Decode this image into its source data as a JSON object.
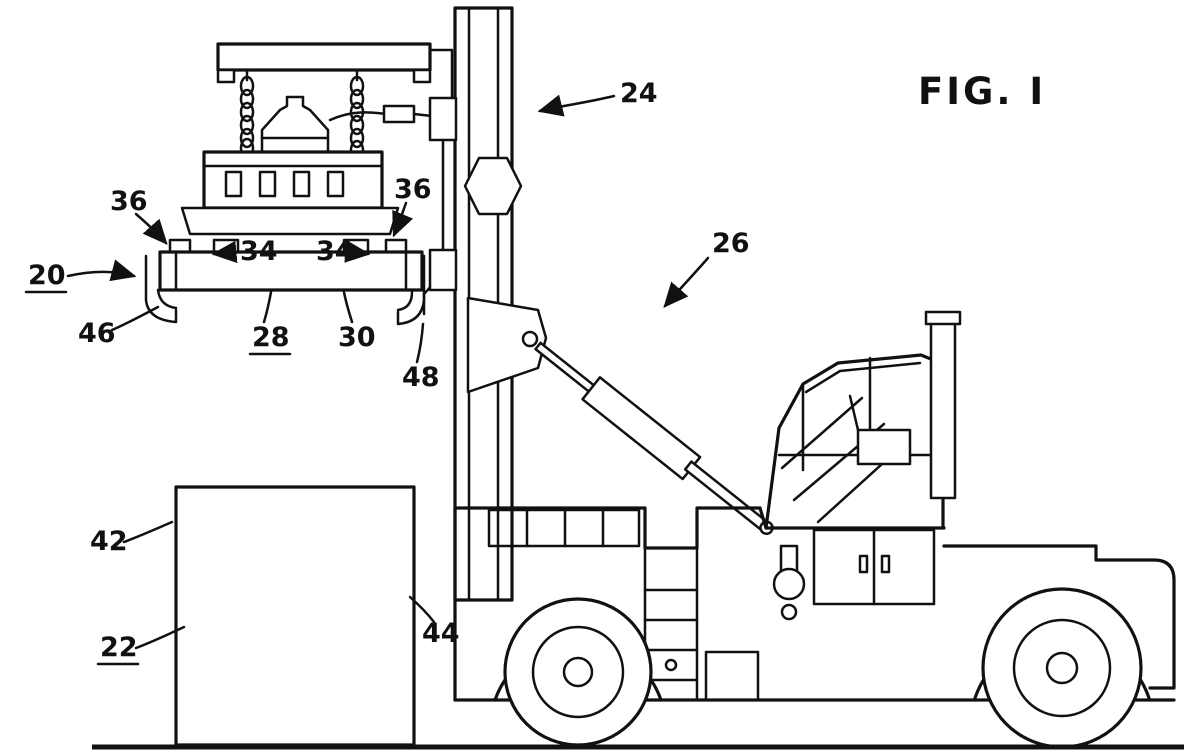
{
  "figure": {
    "title": "FIG. I",
    "description": "Patent line drawing: container handler truck with vertical mast and suspended lifting attachment positioned over a container"
  },
  "labels": {
    "n20": "20",
    "n22": "22",
    "n24": "24",
    "n26": "26",
    "n28": "28",
    "n30": "30",
    "n34a": "34",
    "n34b": "34",
    "n36a": "36",
    "n36b": "36",
    "n42": "42",
    "n44": "44",
    "n46": "46",
    "n48": "48"
  },
  "colors": {
    "ink": "#111111",
    "background": "#ffffff"
  }
}
